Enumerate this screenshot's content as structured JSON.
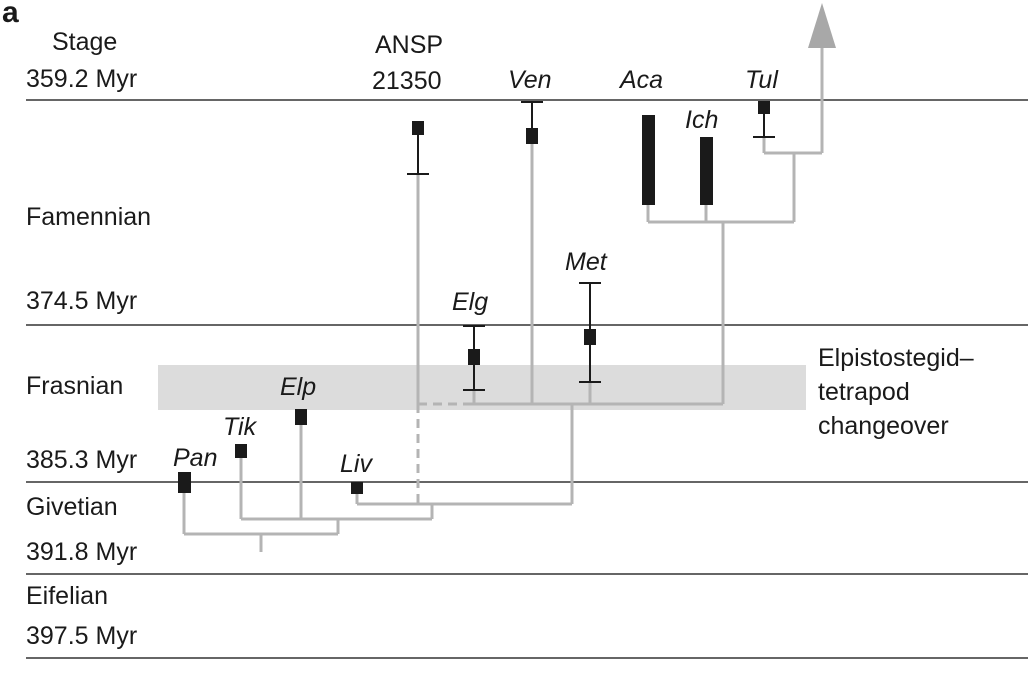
{
  "panel_label": "a",
  "header": {
    "stage": "Stage",
    "top_age": "359.2 Myr",
    "specimen_line1": "ANSP",
    "specimen_line2": "21350"
  },
  "stages": {
    "famennian": "Famennian",
    "famennian_base": "374.5 Myr",
    "frasnian": "Frasnian",
    "frasnian_base": "385.3 Myr",
    "givetian": "Givetian",
    "givetian_base": "391.8 Myr",
    "eifelian": "Eifelian",
    "eifelian_base": "397.5 Myr"
  },
  "taxa": {
    "ven": "Ven",
    "aca": "Aca",
    "ich": "Ich",
    "tul": "Tul",
    "met": "Met",
    "elg": "Elg",
    "elp": "Elp",
    "tik": "Tik",
    "pan": "Pan",
    "liv": "Liv"
  },
  "changeover": {
    "line1": "Elpistostegid–",
    "line2": "tetrapod",
    "line3": "changeover"
  },
  "colors": {
    "branch": "#b4b4b4",
    "node": "#1a1a1a",
    "boundary": "#333333",
    "band": "#dcdcdc",
    "arrow": "#a8a8a8"
  }
}
